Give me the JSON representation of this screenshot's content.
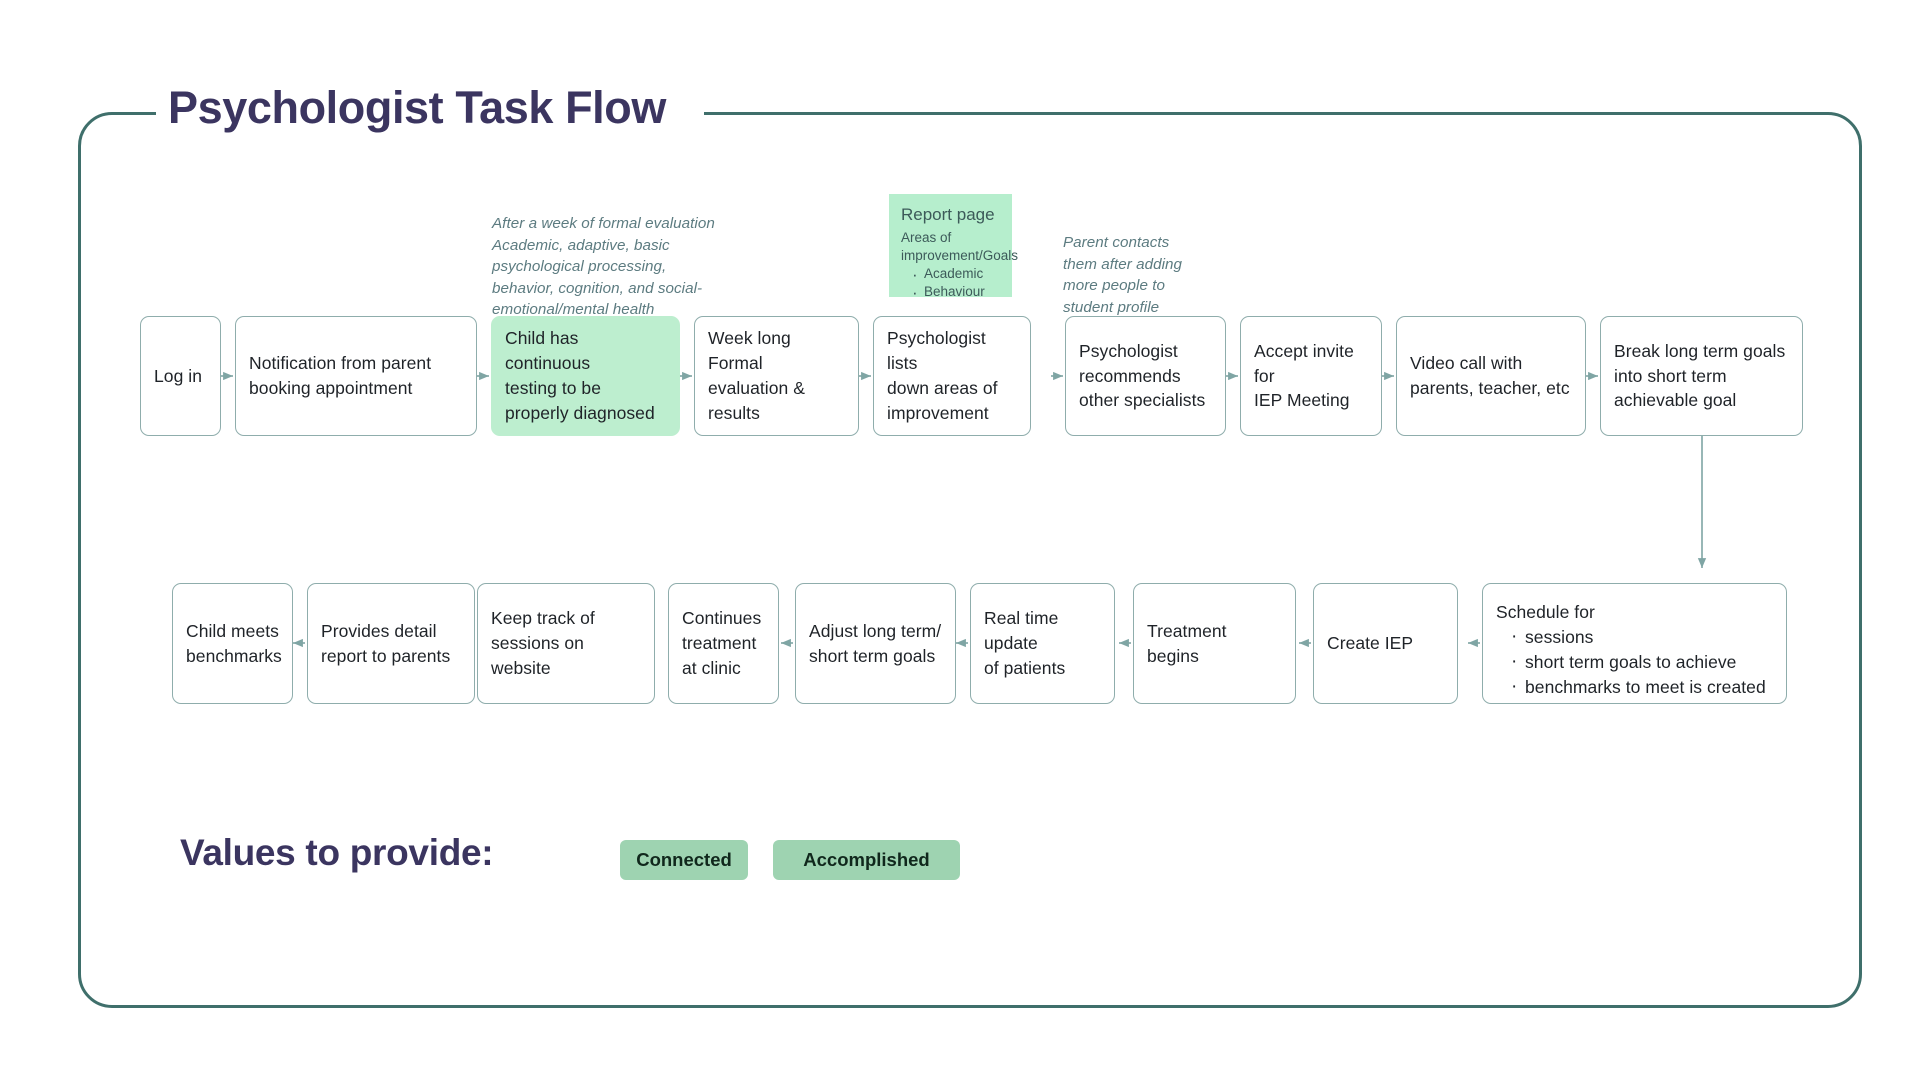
{
  "page": {
    "title": "Psychologist Task Flow",
    "frame_border_color": "#3f6f6b",
    "title_color": "#3b3560",
    "node_border_color": "#8fadac",
    "highlight_color": "#bdeecf",
    "note_color": "#b6eecd",
    "badge_color": "#9ed3b1",
    "annotation_color": "#5c7b80",
    "connector_color": "#7fa5a4"
  },
  "annotations": [
    {
      "name": "evaluation-annotation",
      "lines": [
        "After a week of formal evaluation",
        "Academic, adaptive, basic",
        "psychological processing,",
        "behavior, cognition, and social-",
        "emotional/mental health"
      ]
    },
    {
      "name": "parent-contacts-annotation",
      "lines": [
        "Parent contacts",
        "them after adding",
        "more people to",
        "student profile"
      ]
    }
  ],
  "note": {
    "name": "report-page-note",
    "title": "Report page",
    "subtitle": "Areas of improvement/Goals",
    "items": [
      "Academic",
      "Behaviour"
    ]
  },
  "flow": {
    "row1": [
      {
        "name": "node-log-in",
        "lines": [
          "Log in"
        ],
        "highlight": false
      },
      {
        "name": "node-notification-from-parent",
        "lines": [
          "Notification from parent",
          "booking appointment"
        ],
        "highlight": false
      },
      {
        "name": "node-child-continuous-testing",
        "lines": [
          "Child has continuous",
          "testing to be",
          "properly diagnosed"
        ],
        "highlight": true
      },
      {
        "name": "node-week-long-formal-evaluation",
        "lines": [
          "Week long Formal",
          "evaluation & results"
        ],
        "highlight": false
      },
      {
        "name": "node-psychologist-lists-areas",
        "lines": [
          "Psychologist lists",
          "down areas of",
          "improvement"
        ],
        "highlight": false
      },
      {
        "name": "node-psychologist-recommends-specialists",
        "lines": [
          "Psychologist",
          "recommends",
          "other specialists"
        ],
        "highlight": false
      },
      {
        "name": "node-accept-invite-iep",
        "lines": [
          "Accept invite for",
          "IEP Meeting"
        ],
        "highlight": false
      },
      {
        "name": "node-video-call-parents",
        "lines": [
          "Video call with",
          "parents, teacher, etc"
        ],
        "highlight": false
      },
      {
        "name": "node-break-long-term-goals",
        "lines": [
          "Break long term goals",
          "into short term",
          "achievable goal"
        ],
        "highlight": false
      }
    ],
    "row2": [
      {
        "name": "node-child-meets-benchmarks",
        "lines": [
          "Child meets",
          "benchmarks"
        ],
        "highlight": false
      },
      {
        "name": "node-provides-detail-report",
        "lines": [
          "Provides detail",
          "report to parents"
        ],
        "highlight": false
      },
      {
        "name": "node-keep-track-of-sessions",
        "lines": [
          "Keep track of",
          "sessions on website"
        ],
        "highlight": false
      },
      {
        "name": "node-continues-treatment-at-clinic",
        "lines": [
          "Continues",
          "treatment",
          "at clinic"
        ],
        "highlight": false
      },
      {
        "name": "node-adjust-goals",
        "lines": [
          "Adjust long term/",
          "short term goals"
        ],
        "highlight": false
      },
      {
        "name": "node-real-time-update",
        "lines": [
          "Real time update",
          "of patients"
        ],
        "highlight": false
      },
      {
        "name": "node-treatment-begins",
        "lines": [
          "Treatment begins"
        ],
        "highlight": false
      },
      {
        "name": "node-create-iep",
        "lines": [
          "Create IEP"
        ],
        "highlight": false
      }
    ],
    "schedule_node": {
      "name": "node-schedule-for",
      "title": "Schedule for",
      "items": [
        "sessions",
        "short term goals to achieve",
        "benchmarks to meet is created"
      ]
    }
  },
  "values": {
    "label": "Values to provide:",
    "badges": [
      {
        "name": "badge-connected",
        "label": "Connected"
      },
      {
        "name": "badge-accomplished",
        "label": "Accomplished"
      }
    ]
  }
}
